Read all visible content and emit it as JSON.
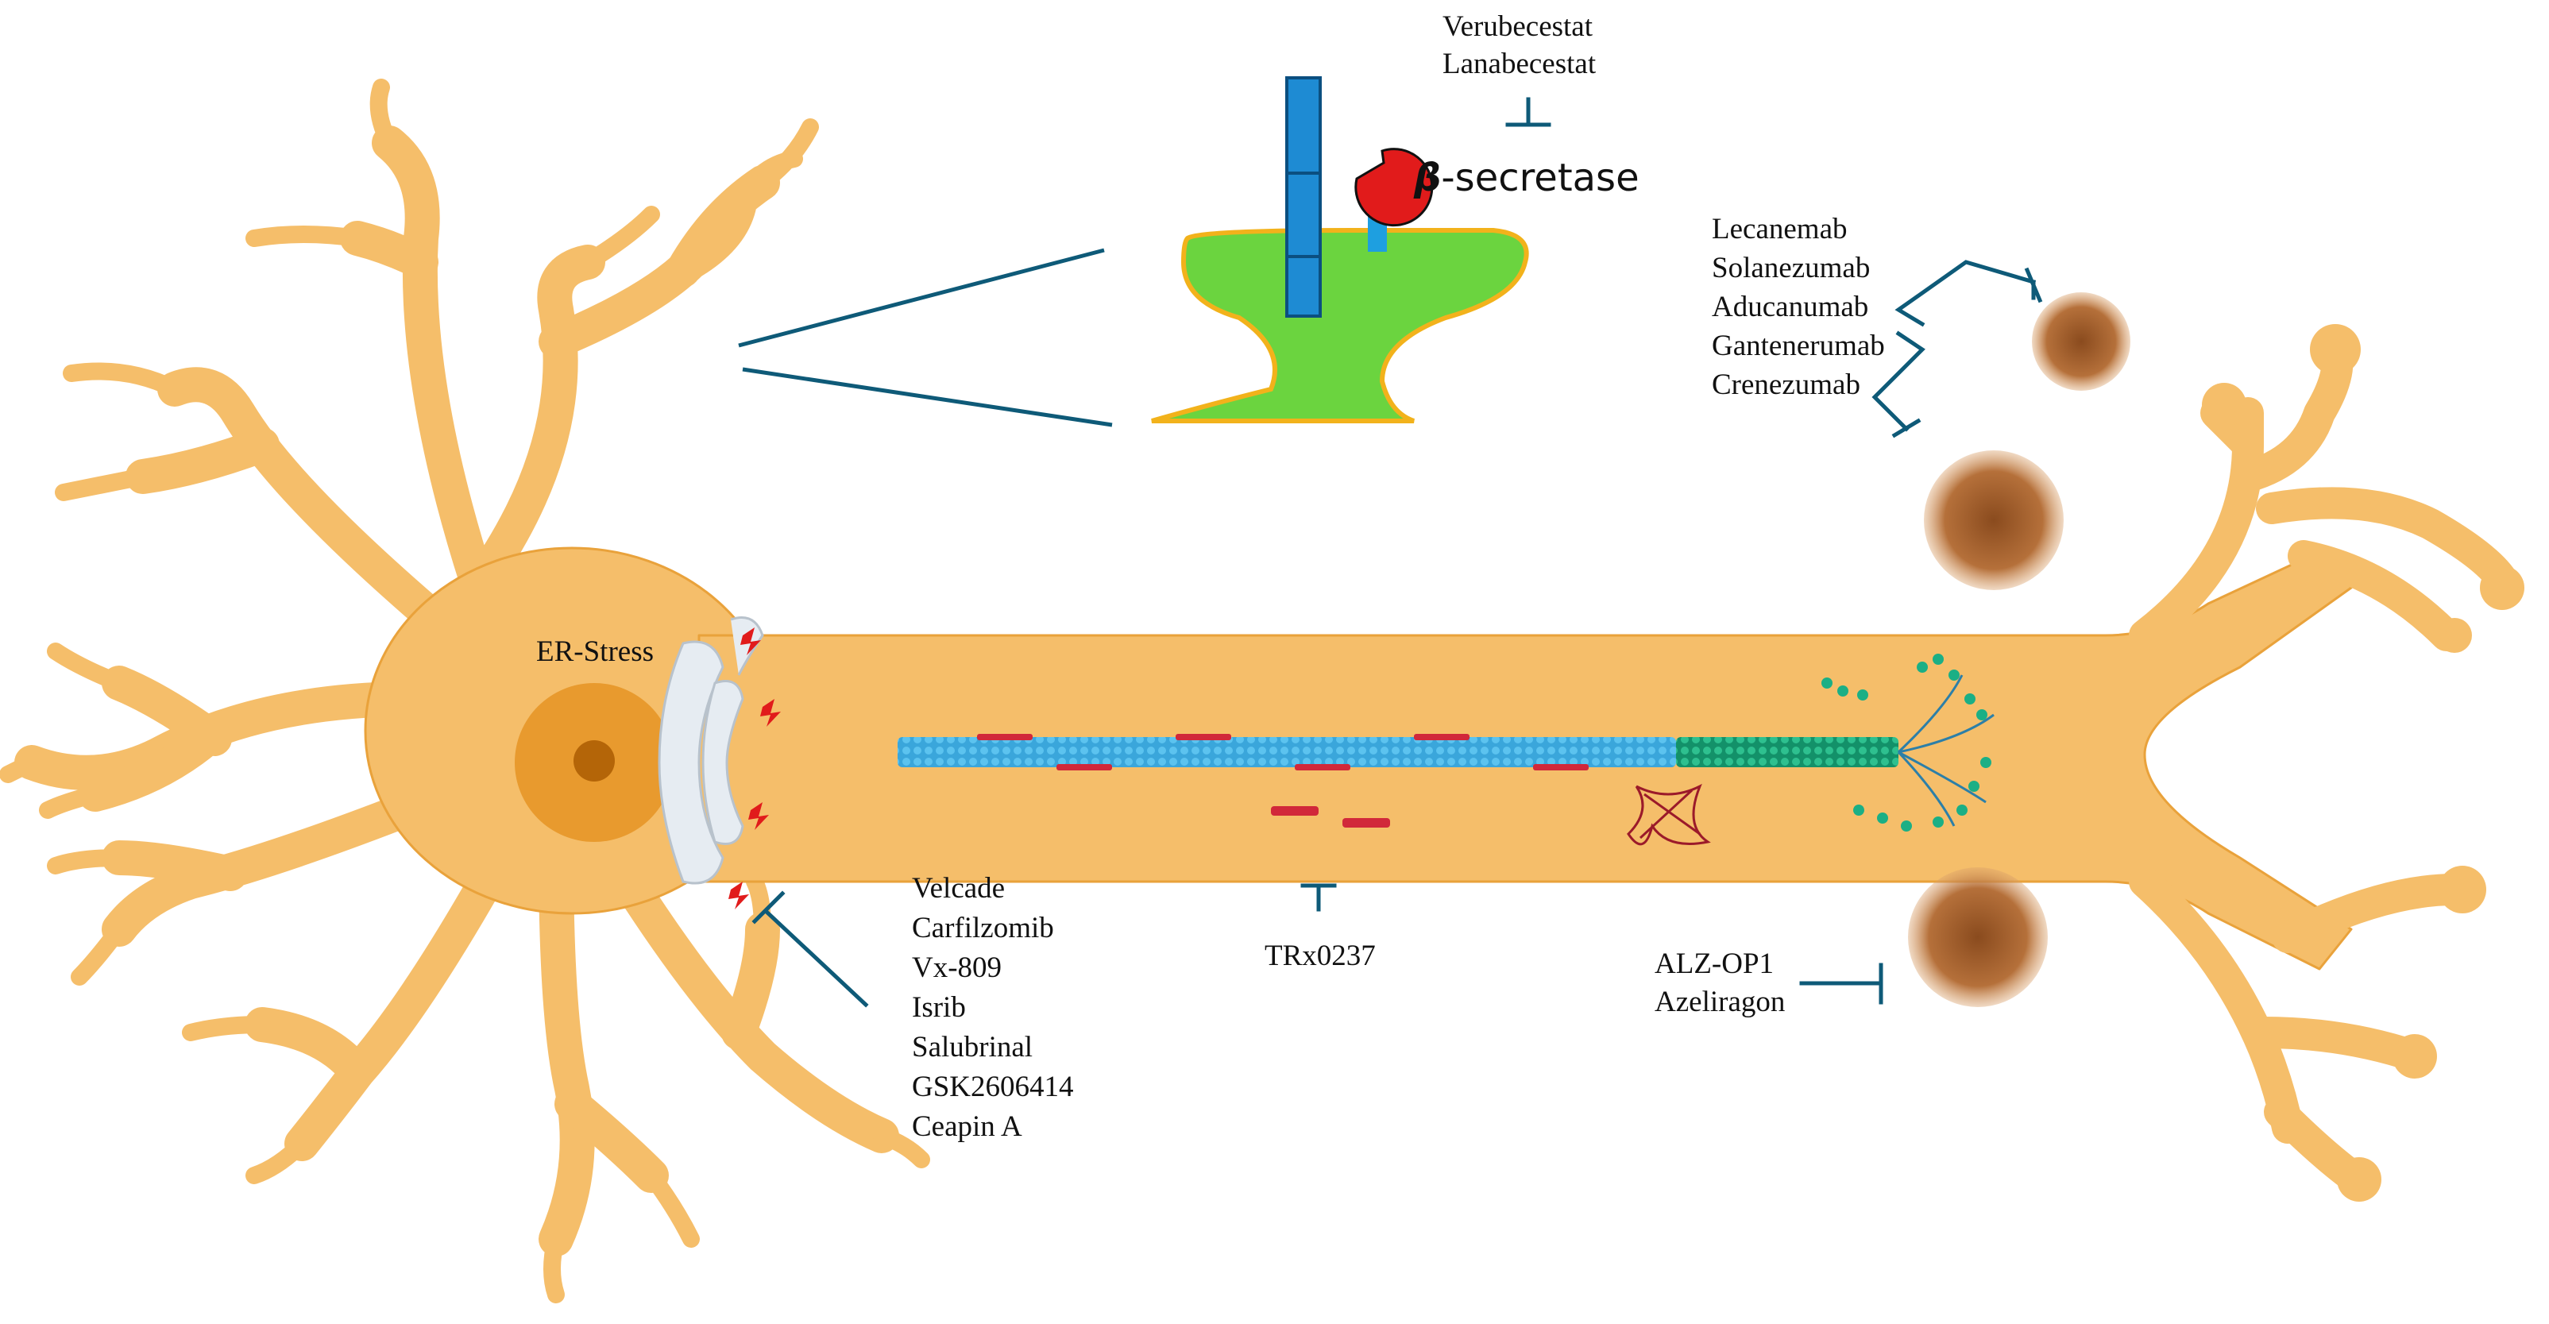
{
  "colors": {
    "neuron": "#F5BE6A",
    "neuron_edge": "#E9A23B",
    "nucleus": "#E89A2E",
    "nucleolus": "#B46508",
    "spine": "#6BD43F",
    "spine_edge": "#F2B21B",
    "app_bar": "#1E8BD3",
    "secretase": "#E11B1B",
    "inhibitor_line": "#0E5A78",
    "microtubule": "#3AA6DB",
    "microtubule_disassembled": "#19A77A",
    "tau": "#D1283A",
    "plaque": "#B5703A",
    "er": "#E6ECF2"
  },
  "labels": {
    "beta_secretase_symbol": "β",
    "beta_secretase_text": "-secretase",
    "er_stress": "ER-Stress",
    "bace_inhibitors": [
      "Verubecestat",
      "Lanabecestat"
    ],
    "antibodies": [
      "Lecanemab",
      "Solanezumab",
      "Aducanumab",
      "Gantenerumab",
      "Crenezumab"
    ],
    "er_drugs": [
      "Velcade",
      "Carfilzomib",
      "Vx-809",
      "Isrib",
      "Salubrinal",
      "GSK2606414",
      "Ceapin A"
    ],
    "tau_drug": "TRx0237",
    "rage_drugs": [
      "ALZ-OP1",
      "Azeliragon"
    ]
  },
  "icons": [
    "neuron-illustration",
    "dendritic-spine-icon",
    "app-protein-icon",
    "secretase-enzyme-icon",
    "er-membrane-icon",
    "microtubule-icon",
    "tau-protein-icon",
    "amyloid-plaque-icon",
    "inhibitor-bar-icon"
  ]
}
